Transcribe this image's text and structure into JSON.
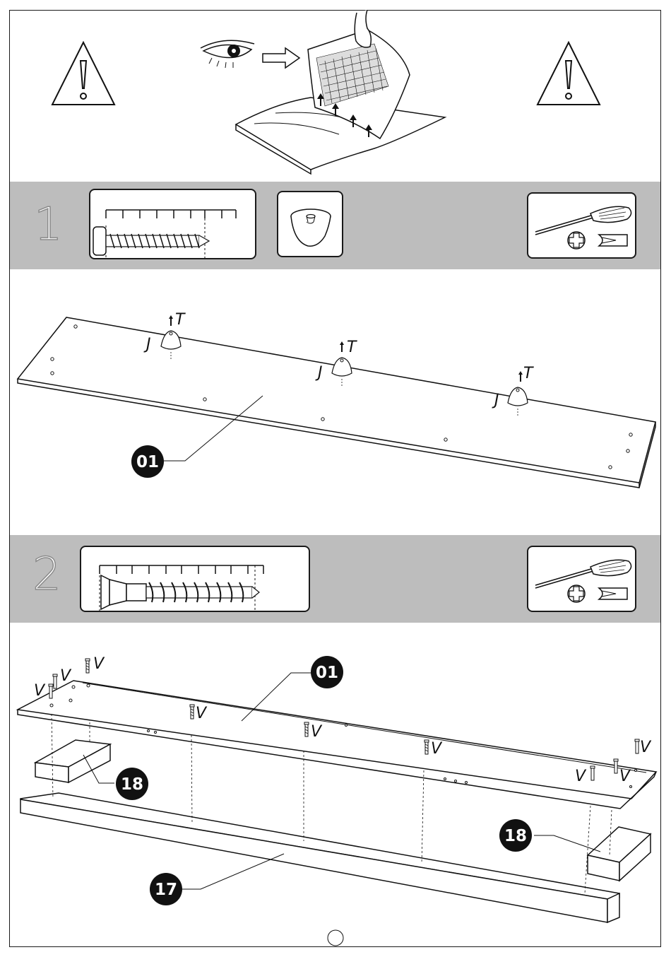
{
  "steps": [
    {
      "number": "1",
      "fastener_tool": "screwdriver-icon"
    },
    {
      "number": "2",
      "fastener_tool": "screwdriver-icon"
    }
  ],
  "labels": {
    "T": "T",
    "J": "J",
    "V": "V"
  },
  "parts": {
    "p01": "01",
    "p17": "17",
    "p18": "18"
  },
  "colors": {
    "band": "#bdbdbd",
    "ink": "#1a1a1a",
    "callout": "#111111"
  }
}
